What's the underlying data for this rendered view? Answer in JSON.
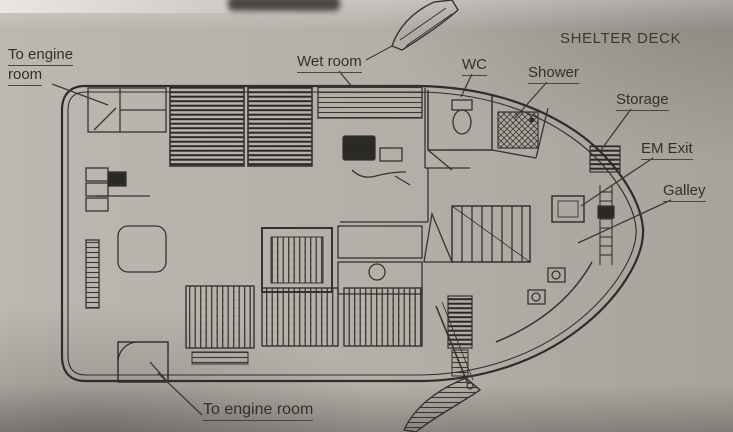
{
  "title": "SHELTER DECK",
  "labels": {
    "engine_room_top_line1": "To engine",
    "engine_room_top_line2": "room",
    "wet_room": "Wet room",
    "wc": "WC",
    "shower": "Shower",
    "storage": "Storage",
    "em_exit": "EM Exit",
    "galley": "Galley",
    "engine_room_bottom": "To engine room"
  },
  "colors": {
    "paper": "#b3afa8",
    "ink": "#35332e",
    "heavy_hatch": "#2b2926"
  }
}
